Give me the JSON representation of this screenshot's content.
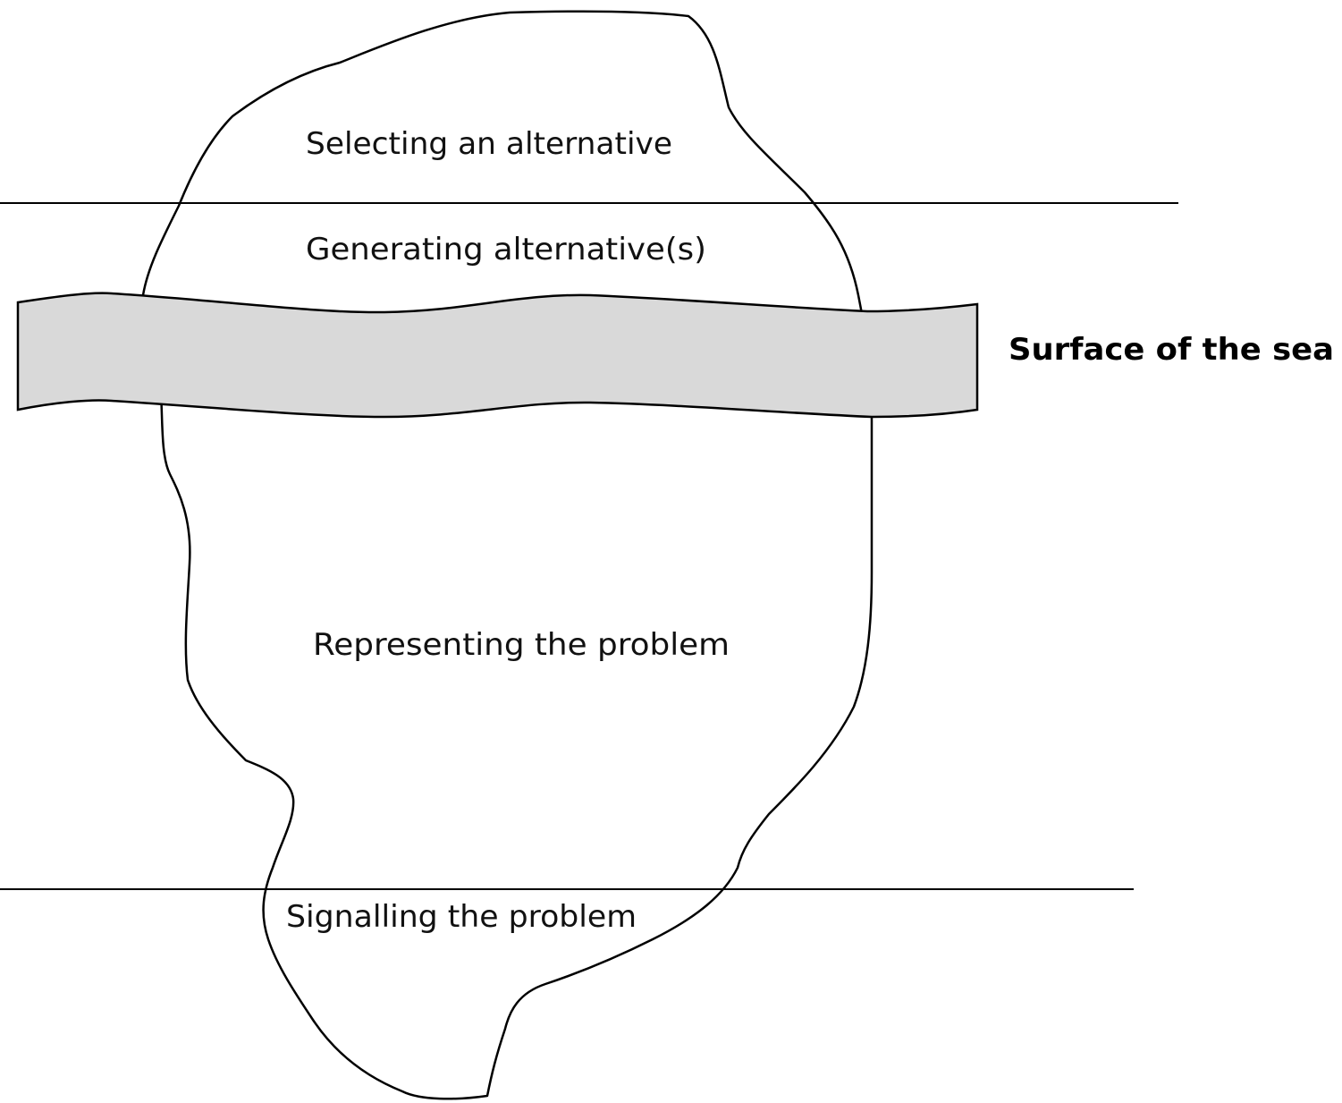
{
  "diagram": {
    "stages": [
      {
        "label": "Selecting an alternative"
      },
      {
        "label": "Generating alternative(s)"
      },
      {
        "label": "Representing the problem"
      },
      {
        "label": "Signalling the problem"
      }
    ],
    "surface_label": "Surface of the sea"
  },
  "colors": {
    "outline": "#000000",
    "sea_band_fill": "#d9d9d9",
    "text": "#111111"
  }
}
